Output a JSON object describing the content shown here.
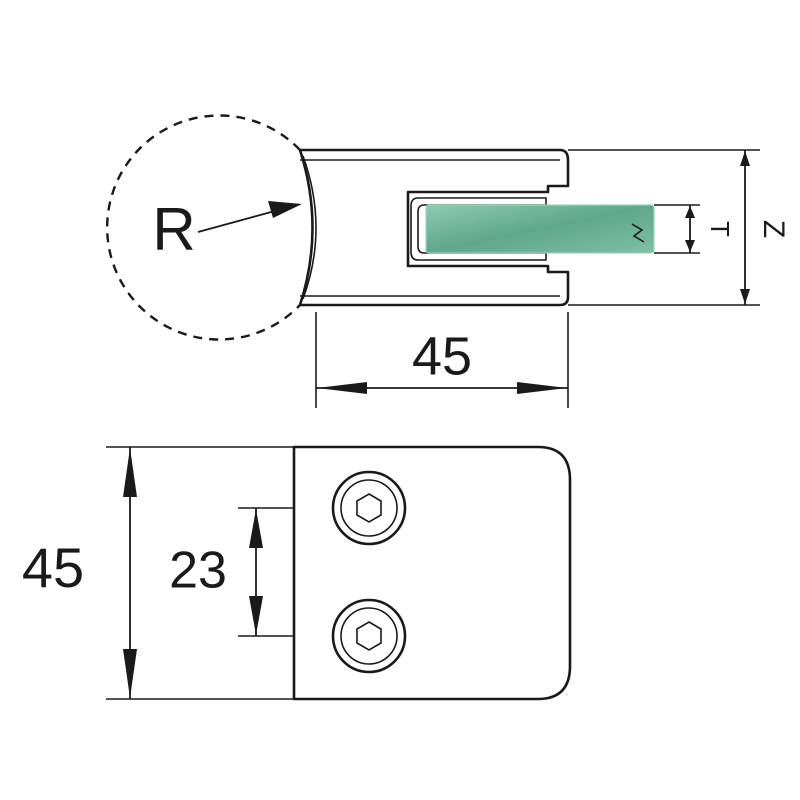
{
  "labels": {
    "radius": "R",
    "width_top": "45",
    "thickness": "T",
    "height_z": "Z",
    "height_bottom": "45",
    "hole_spacing": "23"
  },
  "colors": {
    "line": "#1a1a1a",
    "glass_fill": "#6fb59a",
    "glass_edge": "#9ed2bd"
  },
  "icons": {
    "bolt": "hex-socket-bolt-icon"
  }
}
